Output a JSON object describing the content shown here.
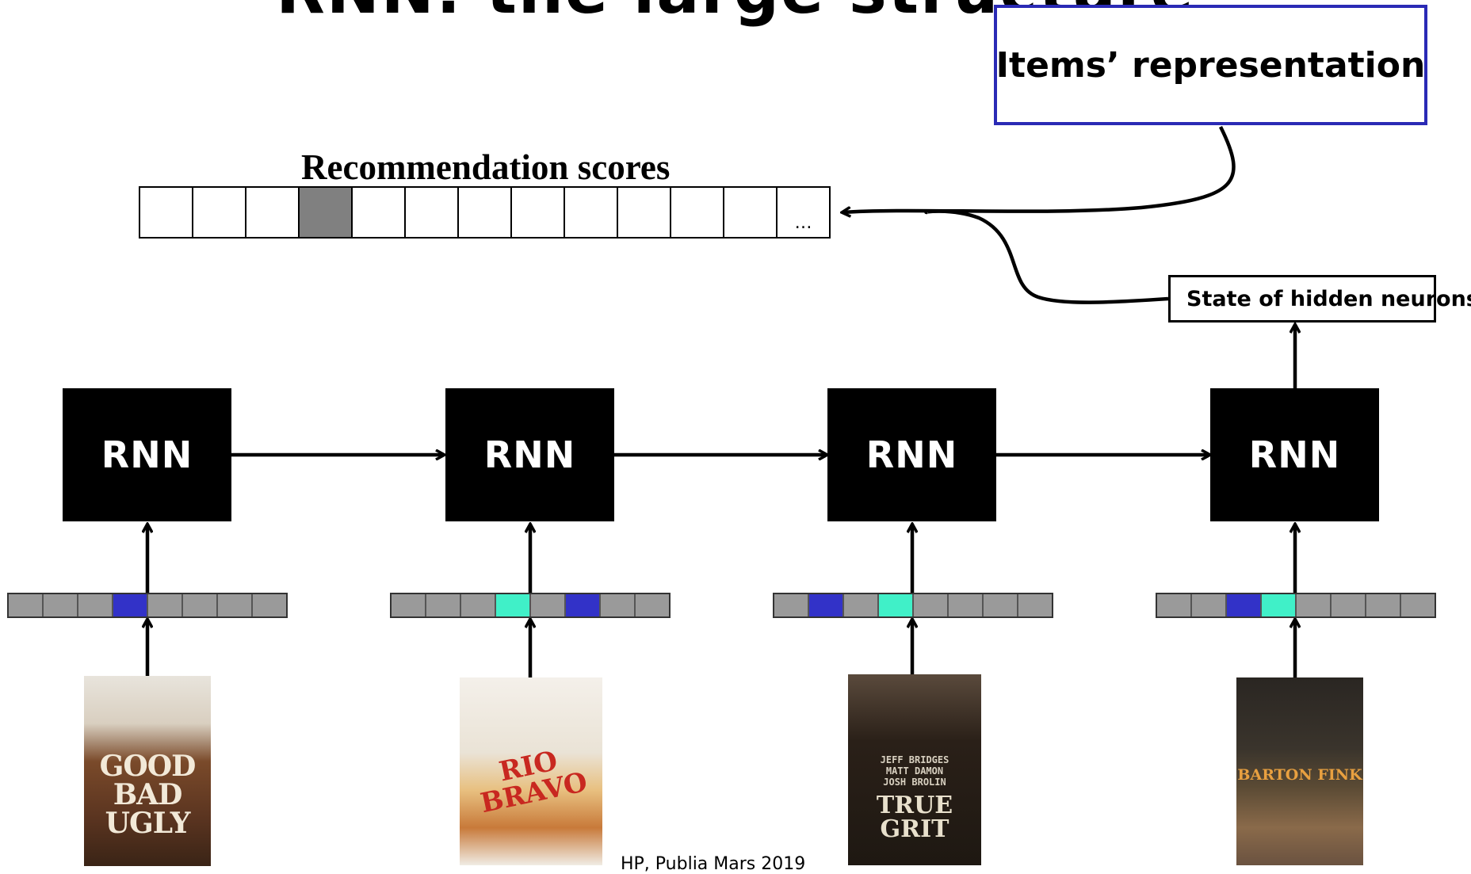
{
  "slide": {
    "title": "RNN: the large structure",
    "footer": "HP, Publia Mars 2019"
  },
  "items_representation": {
    "label": "Items’ representation",
    "border_color": "#2a2ab5"
  },
  "hidden_state": {
    "label": "State of hidden neurons"
  },
  "recommendation": {
    "label": "Recommendation scores",
    "cells": 13,
    "selected_index": 3,
    "ellipsis": "…",
    "selected_color": "#808080"
  },
  "rnn_cells": [
    {
      "label": "RNN"
    },
    {
      "label": "RNN"
    },
    {
      "label": "RNN"
    },
    {
      "label": "RNN"
    }
  ],
  "input_vectors": {
    "colors": {
      "grey": "#9a9a9a",
      "blue": "#3232c8",
      "teal": "#40f0c8"
    },
    "vectors": [
      [
        "grey",
        "grey",
        "grey",
        "blue",
        "grey",
        "grey",
        "grey",
        "grey"
      ],
      [
        "grey",
        "grey",
        "grey",
        "teal",
        "grey",
        "blue",
        "grey",
        "grey"
      ],
      [
        "grey",
        "blue",
        "grey",
        "teal",
        "grey",
        "grey",
        "grey",
        "grey"
      ],
      [
        "grey",
        "grey",
        "blue",
        "teal",
        "grey",
        "grey",
        "grey",
        "grey"
      ]
    ]
  },
  "posters": [
    {
      "title": "GOOD\nBAD\nUGLY"
    },
    {
      "title": "RIO\nBRAVO"
    },
    {
      "credits": "JEFF BRIDGES\nMATT DAMON\nJOSH BROLIN",
      "title": "TRUE\nGRIT"
    },
    {
      "title": "BARTON FINK"
    }
  ]
}
